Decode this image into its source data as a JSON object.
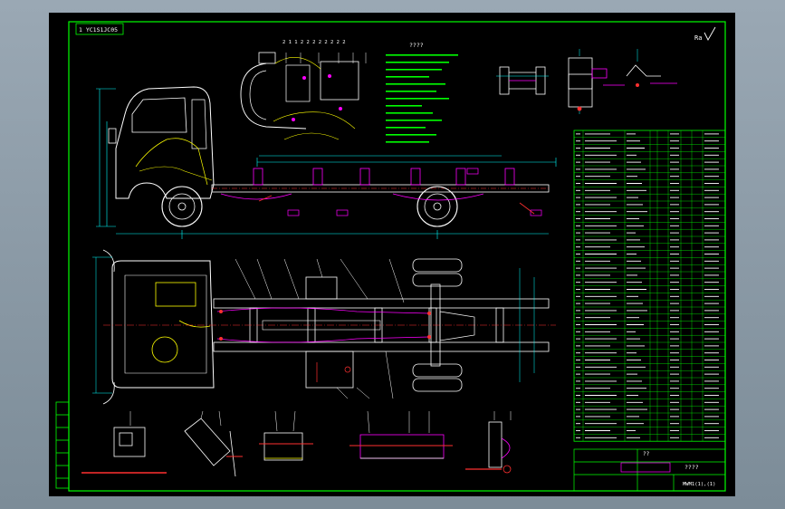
{
  "drawing": {
    "title_tag": "1 YC1S1JC05",
    "upper_note": "2 1 1 2 2 2 2 2 2 2 2",
    "spec_title": "????",
    "roughness": "Ra",
    "bom_total": "??",
    "title_name": "????",
    "title_drawing_no": "MWM1(1),(1)"
  },
  "colors": {
    "frame": "#00ff00",
    "outline": "#ffffff",
    "dim": "#00ffff",
    "center": "#ff3030",
    "part": "#ff00ff",
    "wire": "#ffff00",
    "accent": "#0000ff"
  },
  "icons": {
    "cab": "truck-cab-icon",
    "wheel": "wheel-icon",
    "fuel_tank": "fuel-tank-icon",
    "bracket": "bracket-icon"
  }
}
